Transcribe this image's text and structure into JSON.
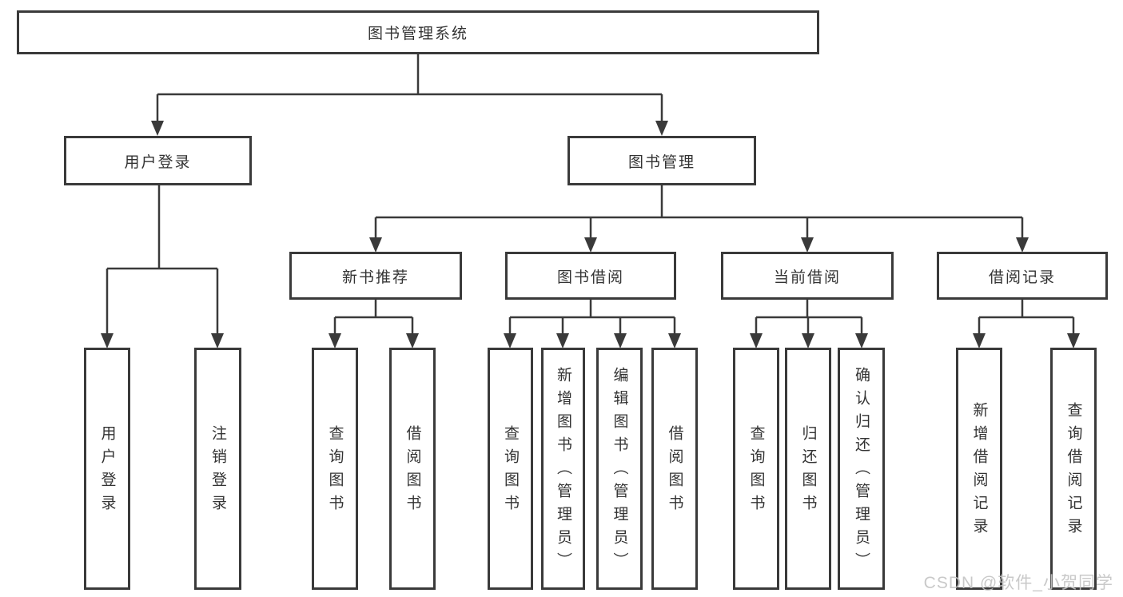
{
  "tree": {
    "label": "图书管理系统",
    "children": [
      {
        "label": "用户登录",
        "children": [
          {
            "label": "用户登录"
          },
          {
            "label": "注销登录"
          }
        ]
      },
      {
        "label": "图书管理",
        "children": [
          {
            "label": "新书推荐",
            "children": [
              {
                "label": "查询图书"
              },
              {
                "label": "借阅图书"
              }
            ]
          },
          {
            "label": "图书借阅",
            "children": [
              {
                "label": "查询图书"
              },
              {
                "label": "新增图书（管理员）"
              },
              {
                "label": "编辑图书（管理员）"
              },
              {
                "label": "借阅图书"
              }
            ]
          },
          {
            "label": "当前借阅",
            "children": [
              {
                "label": "查询图书"
              },
              {
                "label": "归还图书"
              },
              {
                "label": "确认归还（管理员）"
              }
            ]
          },
          {
            "label": "借阅记录",
            "children": [
              {
                "label": "新增借阅记录"
              },
              {
                "label": "查询借阅记录"
              }
            ]
          }
        ]
      }
    ]
  },
  "watermark": {
    "text": "CSDN @软件_小贺同学"
  },
  "colors": {
    "line": "#3a3a3a",
    "box_border": "#3a3a3a",
    "text": "#333333",
    "watermark": "#c3c3c3"
  }
}
